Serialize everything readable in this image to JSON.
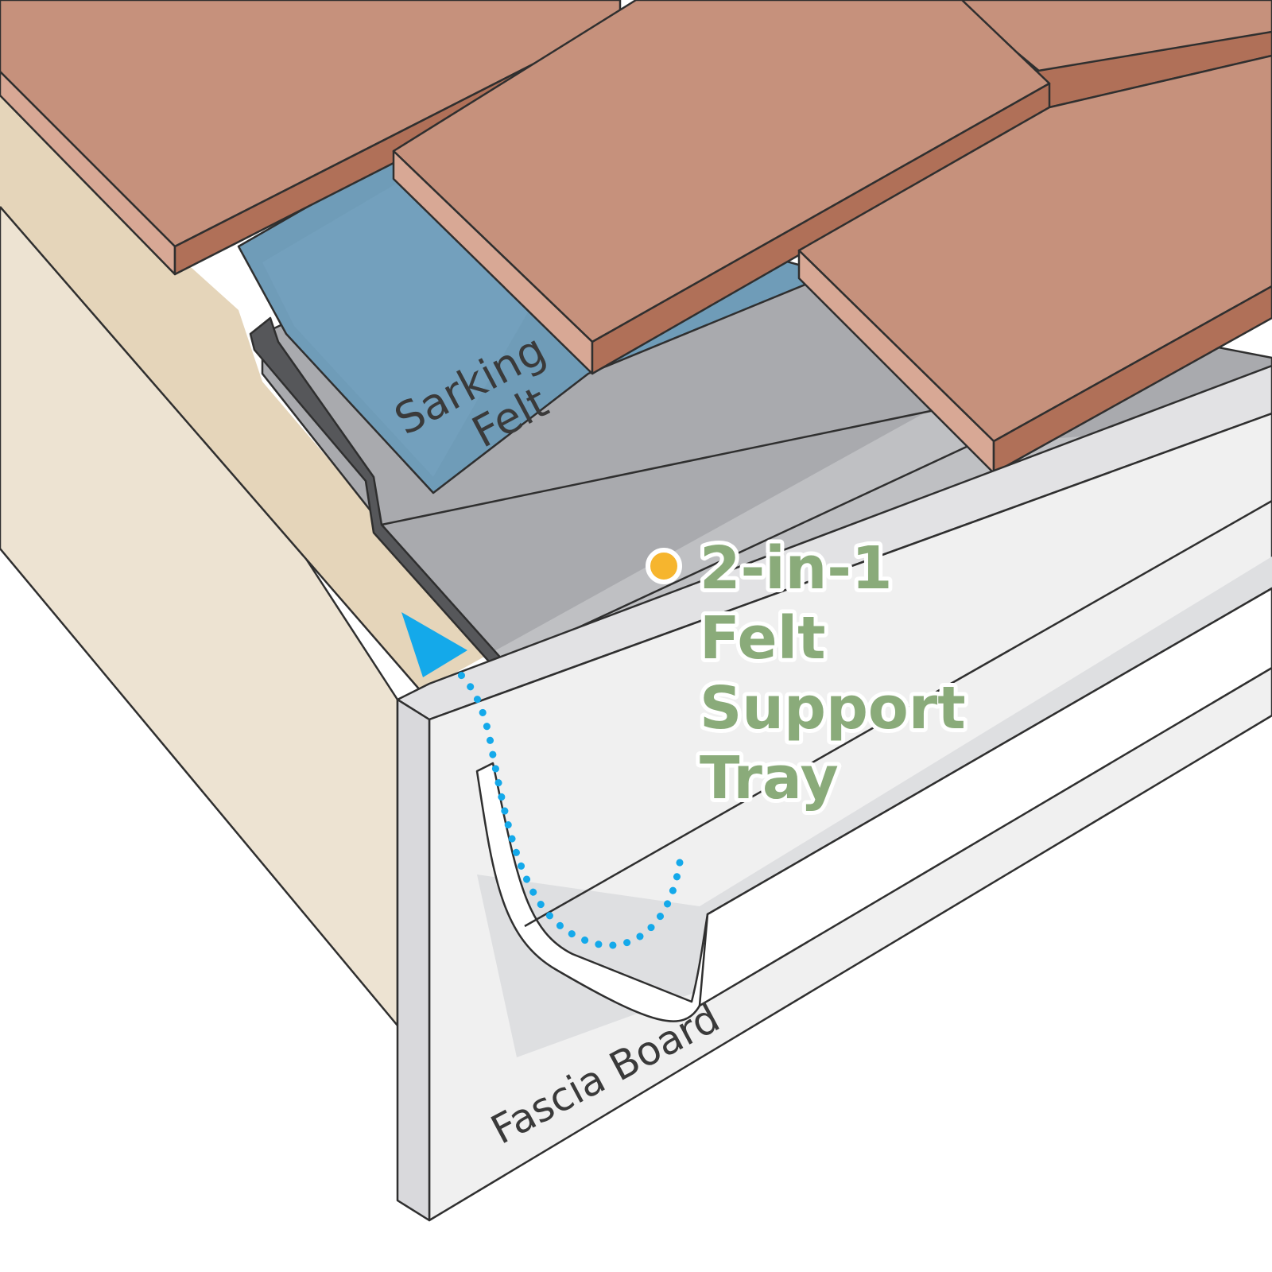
{
  "labels": {
    "sarking_line1": "Sarking",
    "sarking_line2": "Felt",
    "fascia": "Fascia Board",
    "product_line1": "2-in-1",
    "product_line2": "Felt",
    "product_line3": "Support",
    "product_line4": "Tray"
  },
  "colors": {
    "tile_top": "#c6917c",
    "tile_edge": "#b07058",
    "tile_side": "#d8a895",
    "felt": "#6f9cb8",
    "tray": "#a9aaae",
    "wall": "#ede3d2",
    "soffit": "#e5d5ba",
    "fascia": "#f0f0f0",
    "gutter": "#ffffff",
    "flow_arrow": "#14a9ea",
    "marker_dot": "#f6b52e",
    "label_green": "#8aab7a"
  },
  "icons": {
    "marker": "orange-dot-icon",
    "flow": "water-flow-arrow-icon"
  }
}
